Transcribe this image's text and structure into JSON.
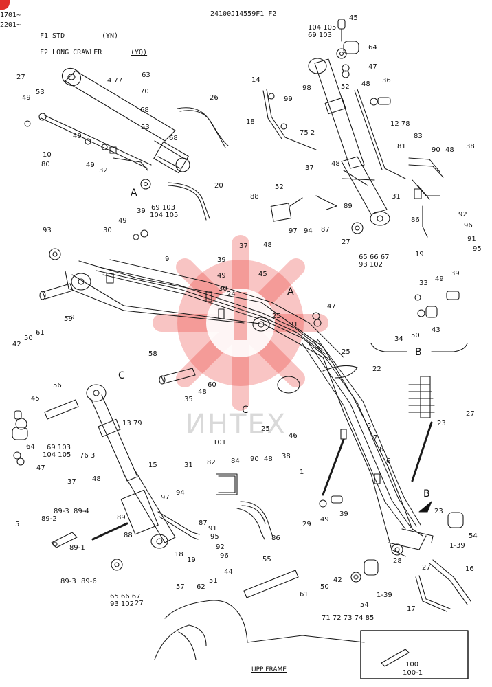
{
  "header": {
    "serial_a": "1701~",
    "serial_b": "2201~",
    "doc_code": "24100J14559F1 F2",
    "f1_label": "F1  STD",
    "f1_code": "(YN)",
    "f2_label": "F2 LONG CRAWLER",
    "f2_code": "(YQ)"
  },
  "watermark": {
    "text": "ИНТЕХ",
    "color": "#e8302a"
  },
  "section_labels": {
    "a1": "A",
    "a2": "A",
    "b1": "B",
    "b2": "B",
    "c1": "C",
    "c2": "C"
  },
  "footer": {
    "upp_frame": "UPP FRAME"
  },
  "parts": [
    {
      "t": "45"
    },
    {
      "t": "104 105"
    },
    {
      "t": "69 103"
    },
    {
      "t": "64"
    },
    {
      "t": "47"
    },
    {
      "t": "52"
    },
    {
      "t": "48"
    },
    {
      "t": "36"
    },
    {
      "t": "98"
    },
    {
      "t": "99"
    },
    {
      "t": "14"
    },
    {
      "t": "18"
    },
    {
      "t": "75  2"
    },
    {
      "t": "12 78"
    },
    {
      "t": "83"
    },
    {
      "t": "81"
    },
    {
      "t": "90"
    },
    {
      "t": "48"
    },
    {
      "t": "38"
    },
    {
      "t": "37"
    },
    {
      "t": "48"
    },
    {
      "t": "52"
    },
    {
      "t": "88"
    },
    {
      "t": "31"
    },
    {
      "t": "89"
    },
    {
      "t": "86"
    },
    {
      "t": "92"
    },
    {
      "t": "96"
    },
    {
      "t": "91"
    },
    {
      "t": "95"
    },
    {
      "t": "19"
    },
    {
      "t": "37"
    },
    {
      "t": "48"
    },
    {
      "t": "97"
    },
    {
      "t": "94"
    },
    {
      "t": "87"
    },
    {
      "t": "27"
    },
    {
      "t": "59"
    },
    {
      "t": "65  66  67"
    },
    {
      "t": "93  102"
    },
    {
      "t": "27"
    },
    {
      "t": "4  77"
    },
    {
      "t": "49"
    },
    {
      "t": "53"
    },
    {
      "t": "10"
    },
    {
      "t": "80"
    },
    {
      "t": "40"
    },
    {
      "t": "49"
    },
    {
      "t": "32"
    },
    {
      "t": "63"
    },
    {
      "t": "70"
    },
    {
      "t": "68"
    },
    {
      "t": "26"
    },
    {
      "t": "53"
    },
    {
      "t": "68"
    },
    {
      "t": "20"
    },
    {
      "t": "69 103"
    },
    {
      "t": "104 105"
    },
    {
      "t": "39"
    },
    {
      "t": "49"
    },
    {
      "t": "30"
    },
    {
      "t": "93"
    },
    {
      "t": "9"
    },
    {
      "t": "39"
    },
    {
      "t": "49"
    },
    {
      "t": "30"
    },
    {
      "t": "24"
    },
    {
      "t": "45"
    },
    {
      "t": "25"
    },
    {
      "t": "21"
    },
    {
      "t": "47"
    },
    {
      "t": "59"
    },
    {
      "t": "42"
    },
    {
      "t": "50"
    },
    {
      "t": "61"
    },
    {
      "t": "58"
    },
    {
      "t": "33"
    },
    {
      "t": "49"
    },
    {
      "t": "39"
    },
    {
      "t": "34"
    },
    {
      "t": "50"
    },
    {
      "t": "43"
    },
    {
      "t": "25"
    },
    {
      "t": "22"
    },
    {
      "t": "56"
    },
    {
      "t": "45"
    },
    {
      "t": "64"
    },
    {
      "t": "69 103"
    },
    {
      "t": "104 105"
    },
    {
      "t": "47"
    },
    {
      "t": "76  3"
    },
    {
      "t": "13 79"
    },
    {
      "t": "48"
    },
    {
      "t": "60"
    },
    {
      "t": "35"
    },
    {
      "t": "25"
    },
    {
      "t": "46"
    },
    {
      "t": "101"
    },
    {
      "t": "23"
    },
    {
      "t": "27"
    },
    {
      "t": "5"
    },
    {
      "t": "7"
    },
    {
      "t": "8"
    },
    {
      "t": "6"
    },
    {
      "t": "1"
    },
    {
      "t": "15"
    },
    {
      "t": "31"
    },
    {
      "t": "82"
    },
    {
      "t": "84"
    },
    {
      "t": "90"
    },
    {
      "t": "48"
    },
    {
      "t": "38"
    },
    {
      "t": "37"
    },
    {
      "t": "48"
    },
    {
      "t": "97"
    },
    {
      "t": "94"
    },
    {
      "t": "87"
    },
    {
      "t": "91"
    },
    {
      "t": "95"
    },
    {
      "t": "92"
    },
    {
      "t": "96"
    },
    {
      "t": "86"
    },
    {
      "t": "89-2"
    },
    {
      "t": "89-3"
    },
    {
      "t": "89-4"
    },
    {
      "t": "89"
    },
    {
      "t": "89-1"
    },
    {
      "t": "88"
    },
    {
      "t": "18"
    },
    {
      "t": "19"
    },
    {
      "t": "89-3"
    },
    {
      "t": "89-6"
    },
    {
      "t": "65  66  67"
    },
    {
      "t": "93  102"
    },
    {
      "t": "27"
    },
    {
      "t": "29"
    },
    {
      "t": "49"
    },
    {
      "t": "39"
    },
    {
      "t": "23"
    },
    {
      "t": "54"
    },
    {
      "t": "1-39"
    },
    {
      "t": "28"
    },
    {
      "t": "27"
    },
    {
      "t": "16"
    },
    {
      "t": "17"
    },
    {
      "t": "55"
    },
    {
      "t": "61"
    },
    {
      "t": "50"
    },
    {
      "t": "42"
    },
    {
      "t": "57"
    },
    {
      "t": "62"
    },
    {
      "t": "51"
    },
    {
      "t": "44"
    },
    {
      "t": "1-39"
    },
    {
      "t": "54"
    },
    {
      "t": "71  72  73  74  85"
    },
    {
      "t": "100"
    },
    {
      "t": "100-1"
    },
    {
      "t": "5"
    }
  ]
}
